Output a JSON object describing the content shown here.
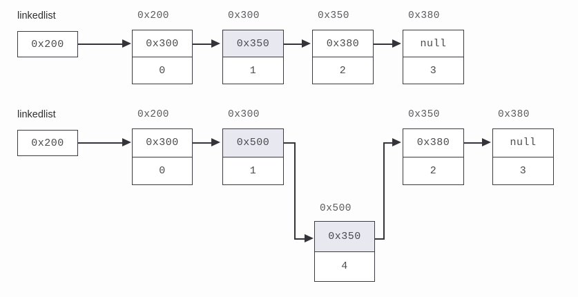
{
  "diagram": {
    "title": "linked-list-insertion-diagram",
    "accent_shaded_cell": "#e7e8f0",
    "line_color": "#33333a",
    "box_border_color": "#3a3a40",
    "rows": [
      {
        "id": "before",
        "head": {
          "label": "linkedlist",
          "value": "0x200"
        },
        "nodes": [
          {
            "address": "0x200",
            "pointer": "0x300",
            "value": "0",
            "shaded": false
          },
          {
            "address": "0x300",
            "pointer": "0x350",
            "value": "1",
            "shaded": true
          },
          {
            "address": "0x350",
            "pointer": "0x380",
            "value": "2",
            "shaded": false
          },
          {
            "address": "0x380",
            "pointer": "null",
            "value": "3",
            "shaded": false
          }
        ]
      },
      {
        "id": "after",
        "head": {
          "label": "linkedlist",
          "value": "0x200"
        },
        "nodes": [
          {
            "address": "0x200",
            "pointer": "0x300",
            "value": "0",
            "shaded": false
          },
          {
            "address": "0x300",
            "pointer": "0x500",
            "value": "1",
            "shaded": true
          },
          {
            "address": "0x350",
            "pointer": "0x380",
            "value": "2",
            "shaded": false
          },
          {
            "address": "0x380",
            "pointer": "null",
            "value": "3",
            "shaded": false
          }
        ],
        "inserted_node": {
          "address": "0x500",
          "pointer": "0x350",
          "value": "4",
          "shaded": true
        }
      }
    ]
  }
}
